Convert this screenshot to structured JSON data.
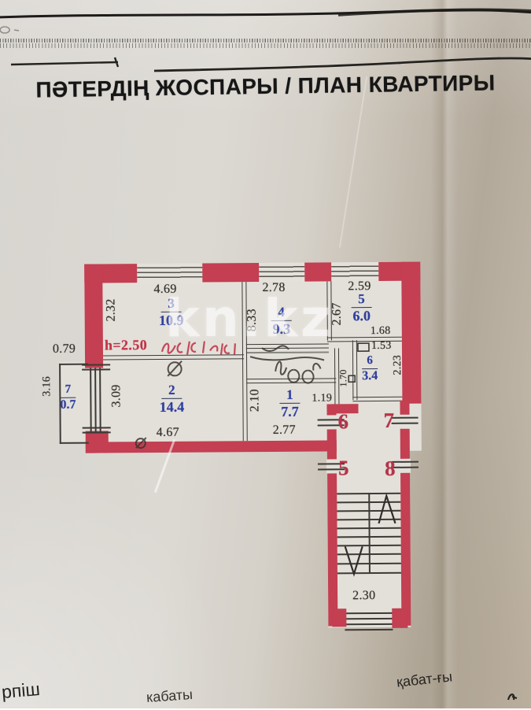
{
  "header": {
    "title": "ПӘТЕРДІҢ ЖОСПАРЫ / ПЛАН КВАРТИРЫ"
  },
  "watermark": "kn.kz",
  "plan": {
    "height_note": "h=2.50",
    "rooms": [
      {
        "number": "1",
        "area": "7.7"
      },
      {
        "number": "2",
        "area": "14.4"
      },
      {
        "number": "3",
        "area": "10.9"
      },
      {
        "number": "4",
        "area": "9.3"
      },
      {
        "number": "5",
        "area": "6.0"
      },
      {
        "number": "6",
        "area": "3.4"
      },
      {
        "number": "7",
        "area": "0.7"
      }
    ],
    "dims": {
      "room1_w": "2.77",
      "room1_h": "2.10",
      "room2_w": "4.67",
      "room2_h": "3.09",
      "room3_w": "4.69",
      "room3_h": "2.32",
      "room4_w": "2.78",
      "room4_h": "8.33",
      "room5_w": "2.59",
      "room5_h": "2.67",
      "room5_inner": "1.68",
      "room6_w": "1.53",
      "room6_h": "2.23",
      "hall_w": "1.19",
      "hall_h": "1.70",
      "room7_w": "0.79",
      "room7_h": "3.16",
      "stairs_w": "2.30"
    },
    "landing_numbers": [
      "6",
      "7",
      "5",
      "8"
    ]
  },
  "footer": {
    "left": "рпіш",
    "center": "кабаты",
    "right": "қабат-ғы"
  },
  "colors": {
    "wall": "#c33f51",
    "room_number": "#2e3f9e",
    "landing_number": "#b53449",
    "ink": "#33302b"
  }
}
